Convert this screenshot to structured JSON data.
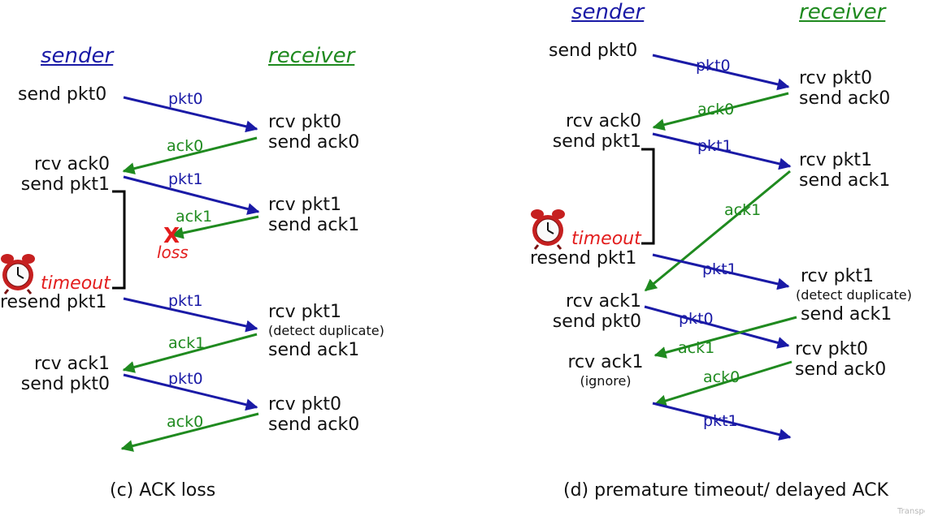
{
  "left": {
    "sender_header": "sender",
    "receiver_header": "receiver",
    "events": {
      "s1": "send pkt0",
      "r1a": "rcv pkt0",
      "r1b": "send ack0",
      "s2a": "rcv ack0",
      "s2b": "send pkt1",
      "r2a": "rcv pkt1",
      "r2b": "send ack1",
      "timeout": "timeout",
      "s3": "resend pkt1",
      "r3a": "rcv pkt1",
      "r3b": "(detect duplicate)",
      "r3c": "send ack1",
      "s4a": "rcv ack1",
      "s4b": "send pkt0",
      "r4a": "rcv pkt0",
      "r4b": "send ack0"
    },
    "labels": {
      "pkt0_a": "pkt0",
      "ack0_a": "ack0",
      "pkt1_a": "pkt1",
      "ack1_a": "ack1",
      "pkt1_b": "pkt1",
      "ack1_b": "ack1",
      "pkt0_b": "pkt0",
      "ack0_b": "ack0"
    },
    "loss_mark": "X",
    "loss_label": "loss",
    "caption": "(c) ACK loss"
  },
  "right": {
    "sender_header": "sender",
    "receiver_header": "receiver",
    "events": {
      "s1": "send pkt0",
      "r1a": "rcv pkt0",
      "r1b": "send ack0",
      "s2a": "rcv ack0",
      "s2b": "send pkt1",
      "r2a": "rcv pkt1",
      "r2b": "send ack1",
      "timeout": "timeout",
      "s3": "resend pkt1",
      "r3a": "rcv pkt1",
      "r3b": "(detect duplicate)",
      "r3c": "send ack1",
      "s4a": "rcv ack1",
      "s4b": "send pkt0",
      "r4a": "rcv pkt0",
      "r4b": "send ack0",
      "s5a": "rcv ack1",
      "s5b": "(ignore)"
    },
    "labels": {
      "pkt0_a": "pkt0",
      "ack0_a": "ack0",
      "pkt1_a": "pkt1",
      "ack1_a": "ack1",
      "pkt1_b": "pkt1",
      "pkt0_b": "pkt0",
      "ack1_b": "ack1",
      "ack0_b": "ack0",
      "pkt1_c": "pkt1"
    },
    "caption": "(d) premature timeout/ delayed ACK"
  },
  "footer": "Transport Layer",
  "colors": {
    "packet": "#1a1aa6",
    "ack": "#1f8a1f",
    "timeout": "#e31d1d",
    "timer_bracket": "#000000"
  },
  "icons": {
    "timer": "alarm-clock-icon",
    "loss": "x-mark-icon"
  }
}
